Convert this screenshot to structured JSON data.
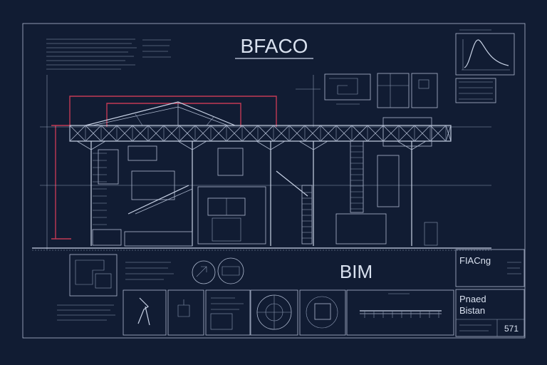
{
  "title": "BFACO",
  "subtitle": "BIM",
  "title_block": {
    "label": "FIACng",
    "name_line1": "Pnaed",
    "name_line2": "Bistan",
    "sheet_number": "571"
  },
  "colors": {
    "background": "#111c33",
    "linework": "#c9d3e6",
    "accent": "#c23a55"
  }
}
